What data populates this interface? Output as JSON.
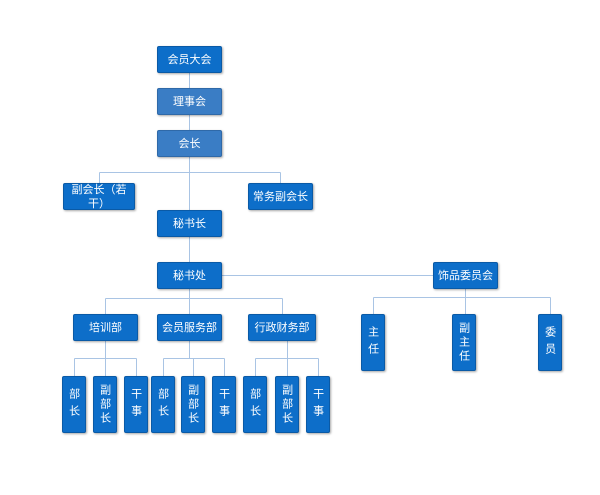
{
  "org_chart": {
    "general_assembly": "会员大会",
    "council": "理事会",
    "president": "会长",
    "vice_president": "副会长（若干）",
    "executive_vice_president": "常务副会长",
    "secretary_general": "秘书长",
    "secretariat": "秘书处",
    "jewelry_committee": {
      "title": "饰品委员会",
      "director": "主任",
      "deputy_director": "副主任",
      "member": "委员"
    },
    "departments": [
      {
        "name": "培训部",
        "head": "部长",
        "deputy": "副部长",
        "staff": "干事"
      },
      {
        "name": "会员服务部",
        "head": "部长",
        "deputy": "副部长",
        "staff": "干事"
      },
      {
        "name": "行政财务部",
        "head": "部长",
        "deputy": "副部长",
        "staff": "干事"
      }
    ]
  },
  "colors": {
    "box_fill": "#0d6ec9",
    "box_fill_mid": "#3a7dc5",
    "connector": "#a9c4e4",
    "box_text": "#ffffff"
  }
}
